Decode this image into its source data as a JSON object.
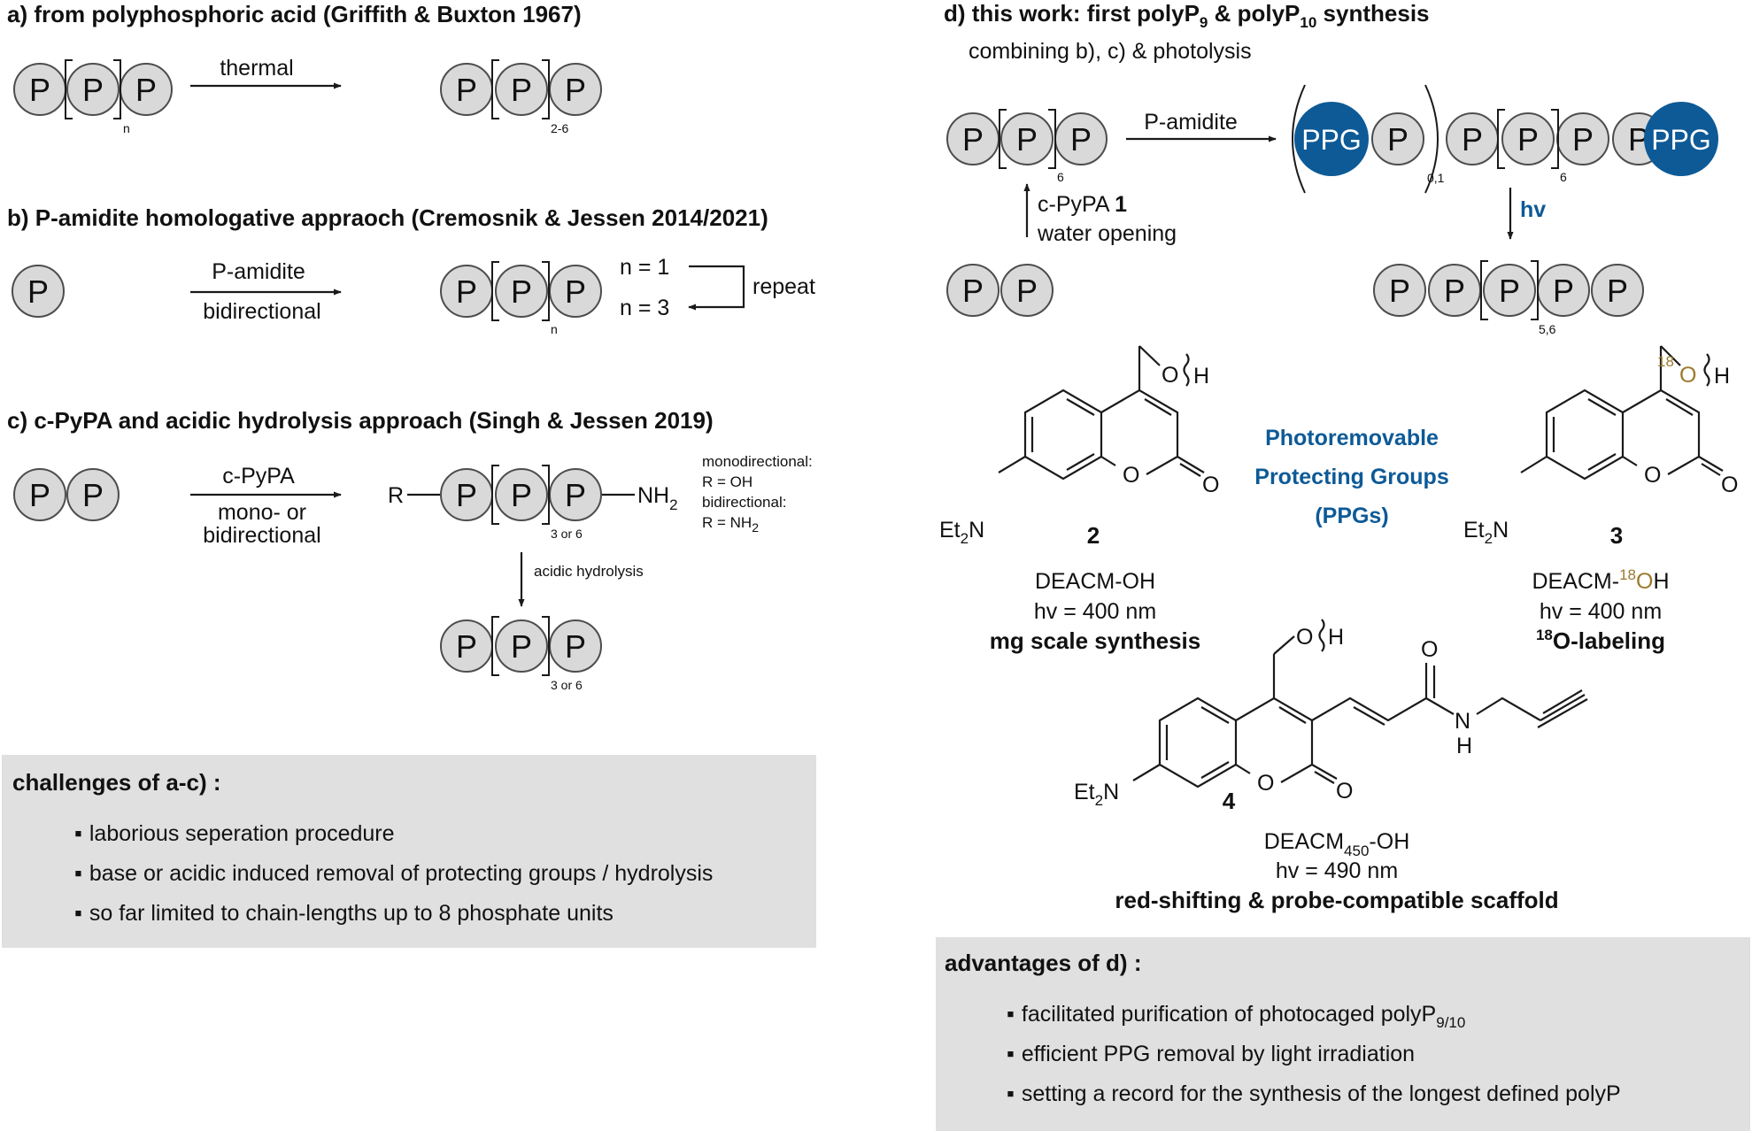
{
  "panel_a": {
    "heading": "a) from polyphosphoric acid (Griffith & Buxton 1967)",
    "arrow_label": "thermal",
    "sub_left": "n",
    "sub_right": "2-6"
  },
  "panel_b": {
    "heading": "b) P-amidite homologative appraoch (Cremosnik & Jessen 2014/2021)",
    "arrow_top": "P-amidite",
    "arrow_bottom": "bidirectional",
    "sub": "n",
    "n1": "n = 1",
    "n3": "n = 3",
    "repeat": "repeat"
  },
  "panel_c": {
    "heading": "c) c-PyPA and acidic hydrolysis approach (Singh & Jessen 2019)",
    "arrow_top": "c-PyPA",
    "arrow_bottom1": "mono- or",
    "arrow_bottom2": "bidirectional",
    "r_label": "R",
    "nh2_label": "NH",
    "nh2_sub": "2",
    "sub_top": "3 or 6",
    "mono_label": "monodirectional:",
    "mono_value": "R = OH",
    "bi_label": "bidirectional:",
    "bi_value": "R = NH",
    "bi_sub": "2",
    "hydrolysis_label": "acidic hydrolysis",
    "sub_bottom": "3 or 6"
  },
  "challenges": {
    "title": "challenges of a-c) :",
    "items": [
      "laborious seperation procedure",
      "base or acidic induced removal of protecting groups / hydrolysis",
      "so far limited to chain-lengths up to 8 phosphate units"
    ]
  },
  "panel_d": {
    "heading_a": "d) this work: first polyP",
    "heading_sub1": "9",
    "heading_b": " & polyP",
    "heading_sub2": "10",
    "heading_c": " synthesis",
    "subheading": "combining b), c) & photolysis",
    "sub_left": "6",
    "arrow_label": "P-amidite",
    "ppg": "PPG",
    "paren_sub": "0,1",
    "sub_chain": "6",
    "up_label_a": "c-PyPA ",
    "up_label_b": "1",
    "up_label2": "water opening",
    "hv": "hv",
    "sub_product": "5,6"
  },
  "ppg_center": {
    "line1": "Photoremovable",
    "line2": "Protecting Groups",
    "line3": "(PPGs)"
  },
  "compounds": [
    {
      "num": "2",
      "name": "DEACM-OH",
      "hv": "hv = 400 nm",
      "note": "mg scale synthesis"
    },
    {
      "num": "3",
      "name_a": "DEACM-",
      "name_sup": "18",
      "name_o": "O",
      "name_b": "H",
      "hv": "hv = 400 nm",
      "note_sup": "18",
      "note": "O-labeling"
    },
    {
      "num": "4",
      "name_a": "DEACM",
      "name_sub": "450",
      "name_b": "-OH",
      "hv": "hv = 490 nm",
      "note": "red-shifting & probe-compatible scaffold"
    }
  ],
  "struct_labels": {
    "et2n": "Et",
    "et2n_sub": "2",
    "n": "N",
    "o": "O",
    "h": "H",
    "o18_sup": "18",
    "nh_n": "N",
    "nh_h": "H"
  },
  "advantages": {
    "title": "advantages of d) :",
    "item1_a": "facilitated purification of photocaged polyP",
    "item1_sub": "9/10",
    "item2": "efficient PPG removal by light irradiation",
    "item3": "setting a record for the synthesis of the longest defined polyP"
  },
  "atom_label": "P",
  "bullet": "▪",
  "colors": {
    "ppg_blue": "#0d5a97",
    "circle_fill": "#d9d9d9",
    "box_gray": "#e0e0e0",
    "isotope_gold": "#9a7a2b"
  }
}
